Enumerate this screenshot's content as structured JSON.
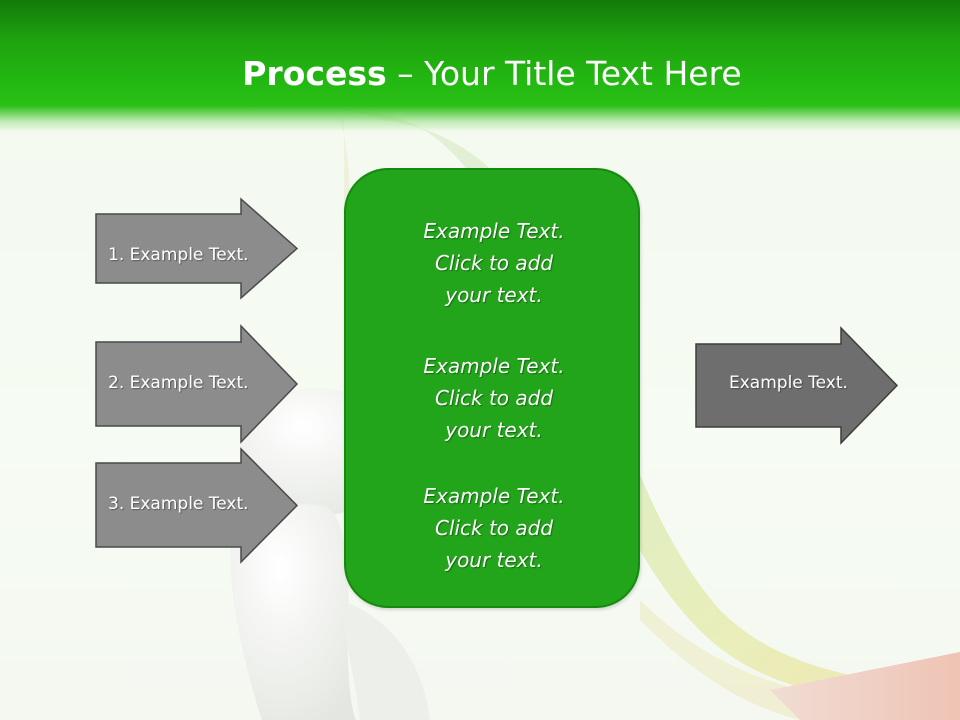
{
  "slide": {
    "title_bold": "Process",
    "title_separator": " – ",
    "title_rest": "Your Title Text Here"
  },
  "input_arrows": [
    {
      "label": "1. Example Text."
    },
    {
      "label": "2. Example Text."
    },
    {
      "label": "3. Example Text."
    }
  ],
  "output_arrow": {
    "label": "Example Text."
  },
  "center_box": {
    "items": [
      "Example Text.\nClick  to add\nyour text.",
      "Example Text.\nClick  to add\nyour text.",
      "Example Text.\nClick  to add\nyour text."
    ]
  },
  "colors": {
    "header_green": "#23b812",
    "box_green": "#22a51a",
    "arrow_gray": "#8c8c8c",
    "output_arrow_gray": "#6e6e6e"
  }
}
